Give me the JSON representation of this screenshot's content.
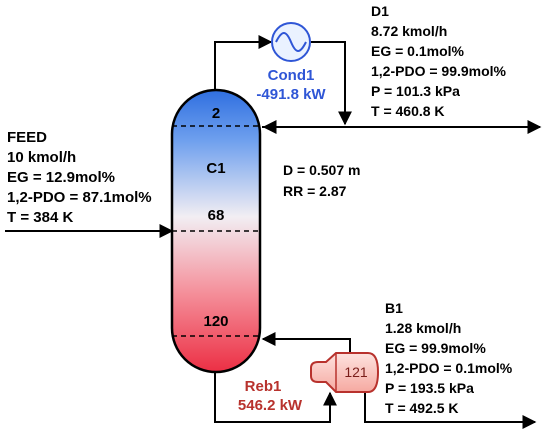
{
  "column": {
    "name": "C1",
    "stage_top": "2",
    "stage_feed": "68",
    "stage_bottom": "120",
    "diameter": "D = 0.507 m",
    "reflux_ratio": "RR = 2.87",
    "colors": {
      "top": "#2f6fe0",
      "middle": "#f2eef3",
      "bottom": "#ec2f44"
    }
  },
  "feed": {
    "title": "FEED",
    "flow": "10 kmol/h",
    "eg": "EG = 12.9mol%",
    "pdo": "1,2-PDO = 87.1mol%",
    "temp": "T = 384 K"
  },
  "condenser": {
    "name": "Cond1",
    "duty": "-491.8 kW",
    "icon": "heat-exchanger-icon",
    "color": "#2f56d6"
  },
  "distillate": {
    "title": "D1",
    "flow": "8.72 kmol/h",
    "eg": "EG = 0.1mol%",
    "pdo": "1,2-PDO = 99.9mol%",
    "pressure": "P = 101.3 kPa",
    "temp": "T = 460.8 K"
  },
  "reboiler": {
    "name": "Reb1",
    "duty": "546.2 kW",
    "stage": "121",
    "icon": "kettle-reboiler-icon",
    "color": "#b8322d"
  },
  "bottoms": {
    "title": "B1",
    "flow": "1.28 kmol/h",
    "eg": "EG = 99.9mol%",
    "pdo": "1,2-PDO = 0.1mol%",
    "pressure": "P = 193.5 kPa",
    "temp": "T = 492.5 K"
  }
}
